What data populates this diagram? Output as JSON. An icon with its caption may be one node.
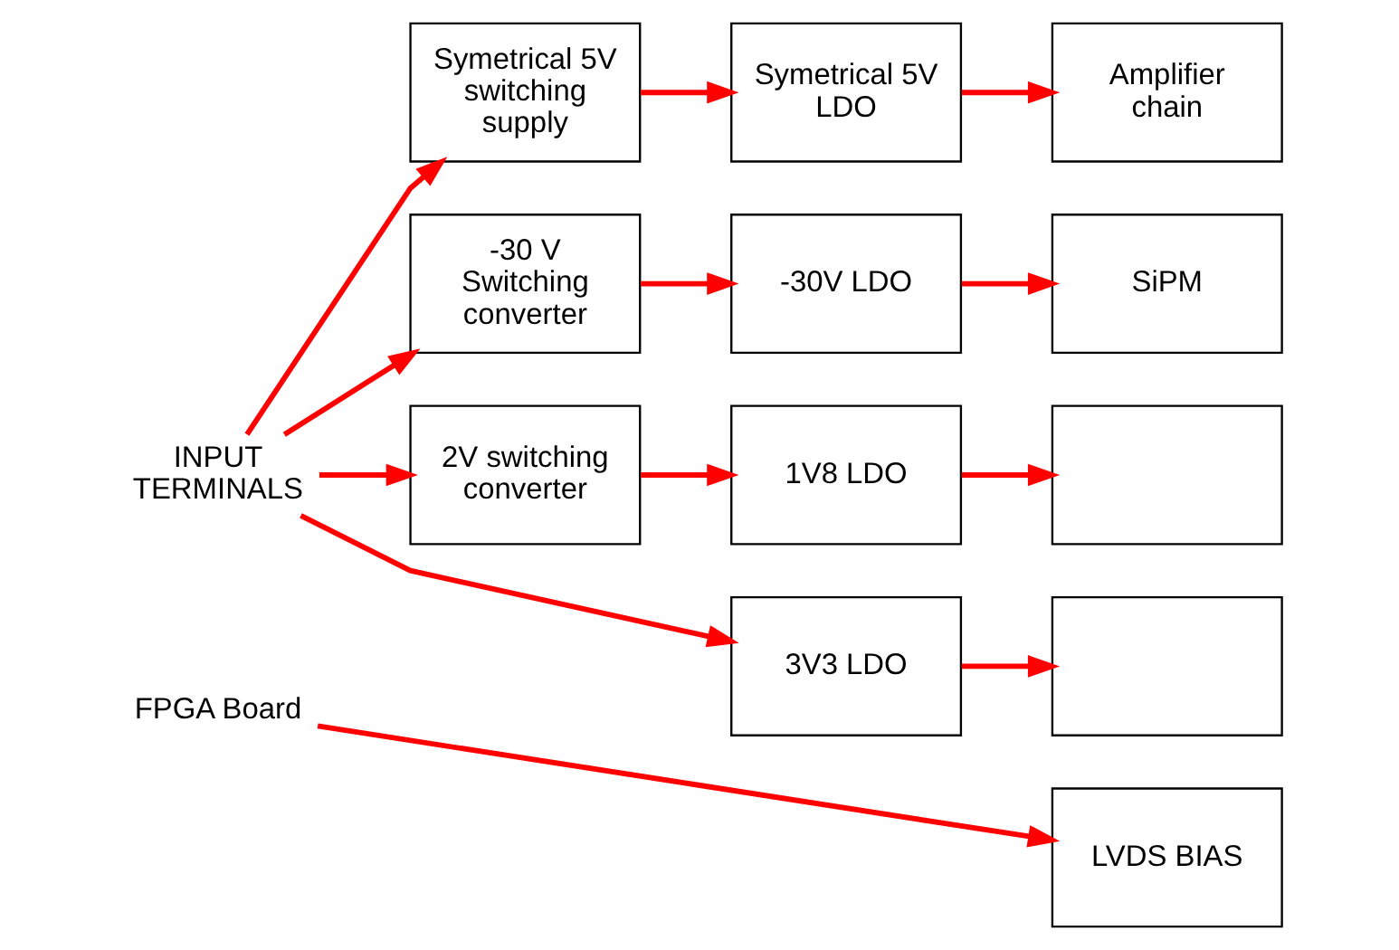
{
  "diagram": {
    "nodes": [
      {
        "text": [
          "INPUT TERMINALS"
        ]
      },
      {
        "text": [
          "Symetrical 5V switching supply"
        ]
      },
      {
        "text": [
          "Symetrical 5V LDO"
        ]
      },
      {
        "text": [
          "Amplifier chain"
        ]
      },
      {
        "text": [
          "-30 V Switching converter"
        ]
      },
      {
        "text": [
          "-30V LDO"
        ]
      },
      {
        "text": [
          "SiPM"
        ]
      },
      {
        "text": [
          "2V switching converter"
        ]
      },
      {
        "text": [
          "1V8 LDO"
        ]
      },
      {
        "text": [],
        "shape": "box"
      },
      {
        "text": [
          "3V3 LDO"
        ]
      },
      {
        "text": [],
        "shape": "box"
      },
      {
        "text": [
          "FPGA Board"
        ]
      },
      {
        "text": [
          "LVDS BIAS"
        ]
      }
    ],
    "edges": [
      {
        "from": 0,
        "to": 1,
        "arrow": "to"
      },
      {
        "from": 0,
        "to": 4,
        "arrow": "to"
      },
      {
        "from": 0,
        "to": 7,
        "arrow": "to"
      },
      {
        "from": 0,
        "to": 10,
        "arrow": "to"
      },
      {
        "from": 1,
        "to": 2,
        "arrow": "to"
      },
      {
        "from": 2,
        "to": 3,
        "arrow": "to"
      },
      {
        "from": 4,
        "to": 5,
        "arrow": "to"
      },
      {
        "from": 5,
        "to": 6,
        "arrow": "to"
      },
      {
        "from": 7,
        "to": 8,
        "arrow": "to"
      },
      {
        "from": 8,
        "to": 9,
        "arrow": "to"
      },
      {
        "from": 10,
        "to": 11,
        "arrow": "to"
      },
      {
        "from": 12,
        "to": 13,
        "arrow": "to"
      }
    ]
  }
}
